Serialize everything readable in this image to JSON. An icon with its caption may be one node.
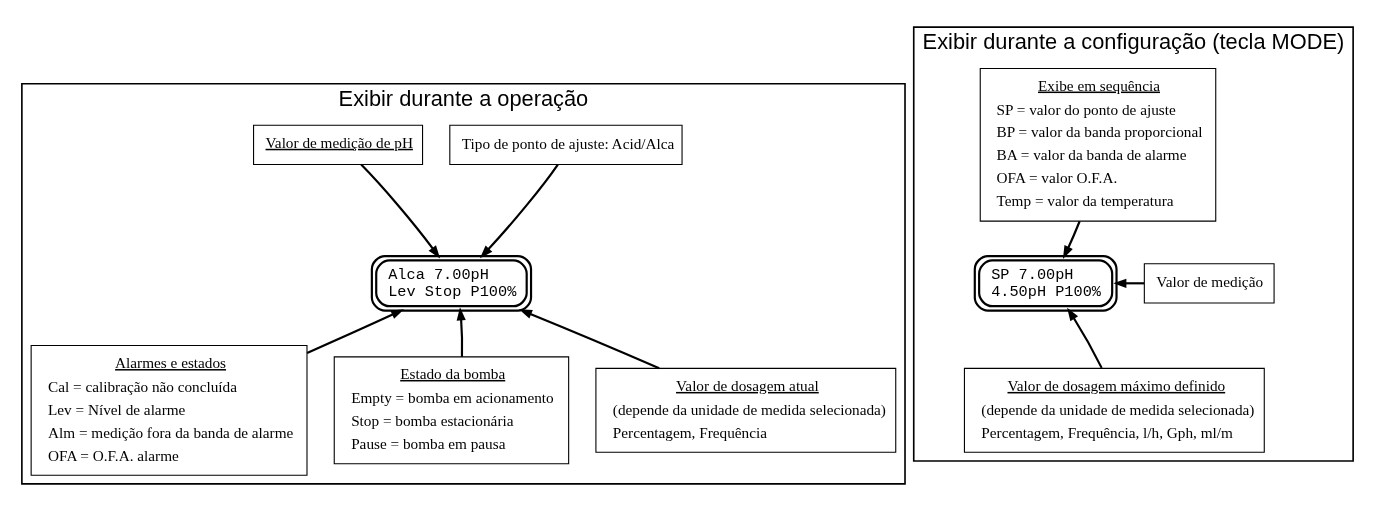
{
  "diagram": {
    "nodes": [
      {
        "text": [
          "Exibir durante a operação"
        ]
      },
      {
        "text": [
          "Tipo de ponto de ajuste: Acid/Alca"
        ],
        "in": 0
      },
      {
        "text": [
          "Valor de medição de pH"
        ],
        "in": 0
      },
      {
        "text": [
          "Alca 7.00pH",
          "Lev Stop P100%"
        ],
        "in": 0
      },
      {
        "text": [
          "Alarmes e estados",
          "Cal = calibração não concluída",
          "Lev = Nível de alarme",
          "Alm = medição fora da banda de alarme",
          "OFA = O.F.A. alarme"
        ],
        "in": 0
      },
      {
        "text": [
          "Estado da bomba",
          "Empty = bomba em acionamento",
          "Stop = bomba estacionária",
          "Pause = bomba em pausa"
        ],
        "in": 0
      },
      {
        "text": [
          "Valor de dosagem atual",
          "(depende da unidade de medida selecionada)",
          "Percentagem, Frequência"
        ],
        "in": 0
      },
      {
        "text": [
          "Exibir durante a configuração (tecla MODE)"
        ]
      },
      {
        "text": [
          "Exibe em sequência",
          "SP = valor do ponto de ajuste",
          "BP = valor da banda proporcional",
          "BA = valor da banda de alarme",
          "OFA = valor O.F.A.",
          "Temp = valor da temperatura"
        ],
        "in": 7
      },
      {
        "text": [
          "SP 7.00pH",
          "4.50pH P100%"
        ],
        "in": 7
      },
      {
        "text": [
          "Valor de medição"
        ],
        "in": 7
      },
      {
        "text": [
          "Valor de dosagem máximo definido",
          "(depende da unidade de medida selecionada)",
          "Percentagem, Frequência, l/h, Gph, ml/m"
        ],
        "in": 7
      }
    ],
    "edges": [
      {
        "from": 1,
        "to": 3,
        "arrow": "to"
      },
      {
        "from": 2,
        "to": 3,
        "arrow": "to"
      },
      {
        "from": 4,
        "to": 3,
        "arrow": "to"
      },
      {
        "from": 5,
        "to": 3,
        "arrow": "to"
      },
      {
        "from": 6,
        "to": 3,
        "arrow": "to"
      },
      {
        "from": 8,
        "to": 9,
        "arrow": "to"
      },
      {
        "from": 10,
        "to": 9,
        "arrow": "to"
      },
      {
        "from": 11,
        "to": 9,
        "arrow": "to"
      }
    ]
  }
}
